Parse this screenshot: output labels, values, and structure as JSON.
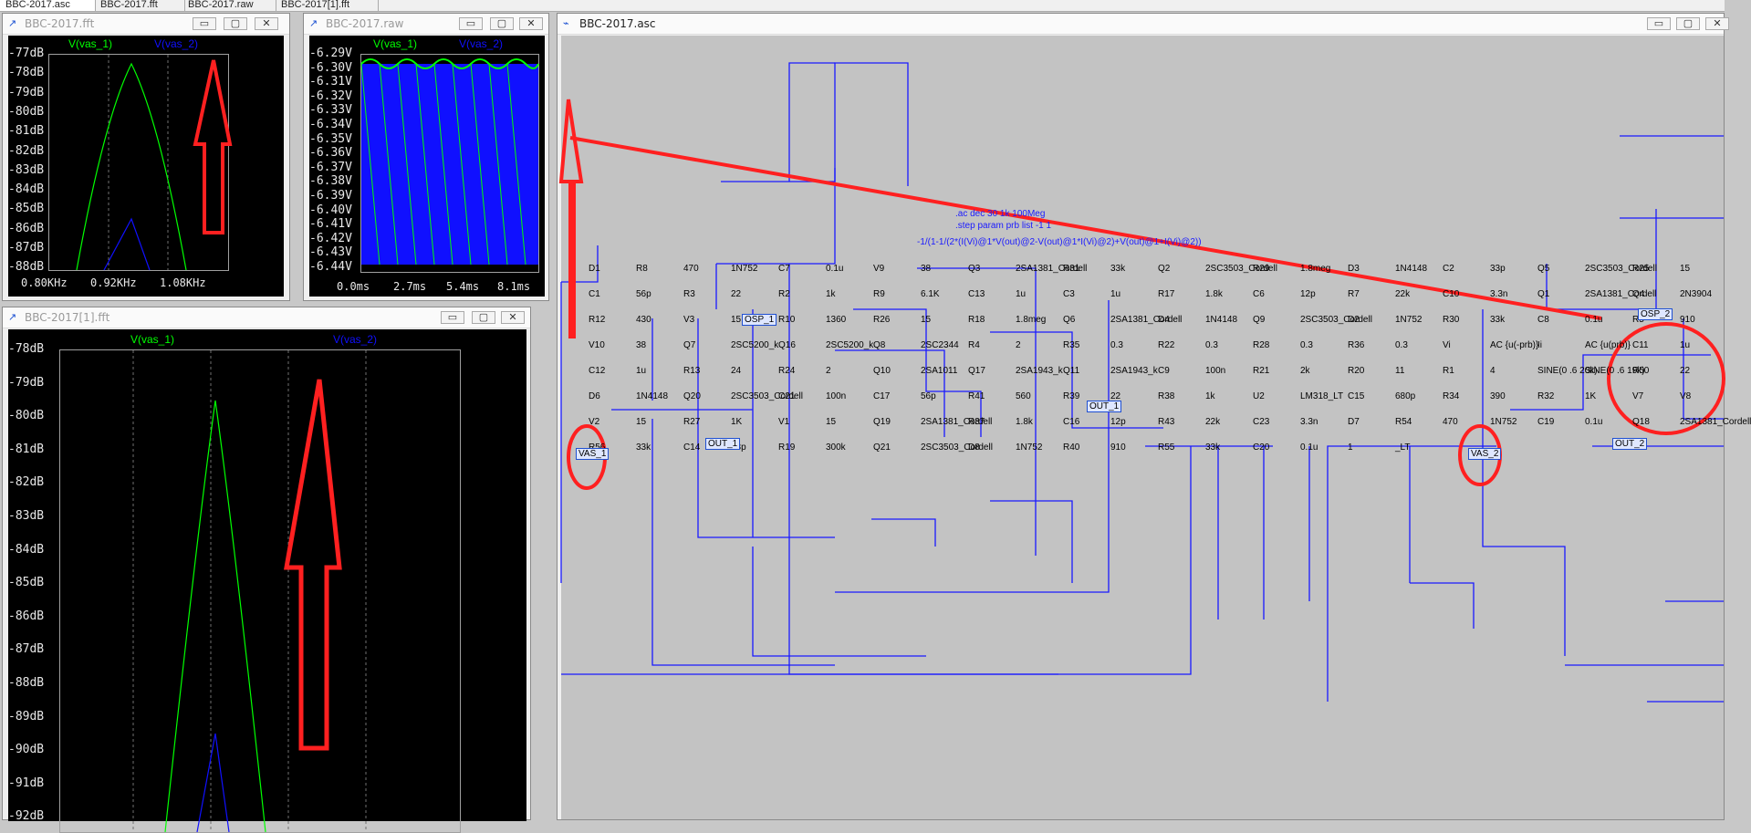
{
  "tabs": [
    "BBC-2017.asc",
    "BBC-2017.fft",
    "BBC-2017.raw",
    "BBC-2017[1].fft"
  ],
  "window_controls": {
    "minimize": "▭",
    "maximize": "▢",
    "close": "✕"
  },
  "fft_small": {
    "title": "BBC-2017.fft",
    "trace1": "V(vas_1)",
    "trace2": "V(vas_2)",
    "y_ticks": [
      "-77dB",
      "-78dB",
      "-79dB",
      "-80dB",
      "-81dB",
      "-82dB",
      "-83dB",
      "-84dB",
      "-85dB",
      "-86dB",
      "-87dB",
      "-88dB"
    ],
    "x_ticks": [
      "0.80KHz",
      "0.92KHz",
      "1.08KHz"
    ]
  },
  "raw": {
    "title": "BBC-2017.raw",
    "trace1": "V(vas_1)",
    "trace2": "V(vas_2)",
    "y_ticks": [
      "-6.29V",
      "-6.30V",
      "-6.31V",
      "-6.32V",
      "-6.33V",
      "-6.34V",
      "-6.35V",
      "-6.36V",
      "-6.37V",
      "-6.38V",
      "-6.39V",
      "-6.40V",
      "-6.41V",
      "-6.42V",
      "-6.43V",
      "-6.44V"
    ],
    "x_ticks": [
      "0.0ms",
      "2.7ms",
      "5.4ms",
      "8.1ms"
    ]
  },
  "fft_large": {
    "title": "BBC-2017[1].fft",
    "trace1": "V(vas_1)",
    "trace2": "V(vas_2)",
    "y_ticks": [
      "-78dB",
      "-79dB",
      "-80dB",
      "-81dB",
      "-82dB",
      "-83dB",
      "-84dB",
      "-85dB",
      "-86dB",
      "-87dB",
      "-88dB",
      "-89dB",
      "-90dB",
      "-91dB",
      "-92dB"
    ]
  },
  "schematic": {
    "title": "BBC-2017.asc",
    "directives": [
      ".ac dec 30 1k 100Meg",
      ".step param prb list -1 1",
      "-1/(1-1/(2*(I(Vi)@1*V(out)@2-V(out)@1*I(Vi)@2)+V(out)@1+I(Vi)@2))"
    ],
    "flags": [
      "OSP_1",
      "OUT_1",
      "OSP_2",
      "OUT_2",
      "VAS_1",
      "VAS_2",
      "OUT_1"
    ],
    "labels": [
      "D1",
      "R8",
      "470",
      "1N752",
      "C7",
      "0.1u",
      "V9",
      "38",
      "Q3",
      "2SA1381_Cordell",
      "R31",
      "33k",
      "Q2",
      "2SC3503_Cordell",
      "R29",
      "1.8meg",
      "D3",
      "1N4148",
      "C2",
      "33p",
      "Q5",
      "2SC3503_Cordell",
      "R25",
      "15",
      "C1",
      "56p",
      "R3",
      "22",
      "R2",
      "1k",
      "R9",
      "6.1K",
      "C13",
      "1u",
      "C3",
      "1u",
      "R17",
      "1.8k",
      "C6",
      "12p",
      "R7",
      "22k",
      "C10",
      "3.3n",
      "Q1",
      "2SA1381_Cordell",
      "Q4",
      "2N3904",
      "R12",
      "430",
      "V3",
      "15",
      "R10",
      "1360",
      "R26",
      "15",
      "R18",
      "1.8meg",
      "Q6",
      "2SA1381_Cordell",
      "D4",
      "1N4148",
      "Q9",
      "2SC3503_Cordell",
      "D2",
      "1N752",
      "R30",
      "33k",
      "C8",
      "0.1u",
      "R5",
      "910",
      "V10",
      "38",
      "Q7",
      "2SC5200_k",
      "Q16",
      "2SC5200_k",
      "Q8",
      "2SC2344",
      "R4",
      "2",
      "R35",
      "0.3",
      "R22",
      "0.3",
      "R28",
      "0.3",
      "R36",
      "0.3",
      "Vi",
      "AC {u(-prb)}",
      "Ii",
      "AC {u(prb)}",
      "C11",
      "1u",
      "C12",
      "1u",
      "R13",
      "24",
      "R24",
      "2",
      "Q10",
      "2SA1011",
      "Q17",
      "2SA1943_k",
      "Q11",
      "2SA1943_k",
      "C9",
      "100n",
      "R21",
      "2k",
      "R20",
      "11",
      "R1",
      "4",
      "SINE(0 .6 20k)",
      "SINE(0 .6 19k)",
      "R50",
      "22",
      "D6",
      "1N4148",
      "Q20",
      "2SC3503_Cordell",
      "C21",
      "100n",
      "C17",
      "56p",
      "R41",
      "560",
      "R39",
      "22",
      "R38",
      "1k",
      "U2",
      "LM318_LT",
      "C15",
      "680p",
      "R34",
      "390",
      "R32",
      "1K",
      "V7",
      "V8",
      "V2",
      "15",
      "R27",
      "1K",
      "V1",
      "15",
      "Q19",
      "2SA1381_Cordell",
      "R37",
      "1.8k",
      "C16",
      "12p",
      "R43",
      "22k",
      "C23",
      "3.3n",
      "D7",
      "R54",
      "470",
      "1N752",
      "C19",
      "0.1u",
      "Q18",
      "2SA1381_Cordell",
      "R56",
      "33k",
      "C14",
      "33p",
      "R19",
      "300k",
      "Q21",
      "2SC3503_Cordell",
      "D8",
      "1N752",
      "R40",
      "910",
      "R55",
      "33k",
      "C20",
      "0.1u",
      "1",
      "_LT"
    ]
  },
  "colors": {
    "trace1": "#00ff00",
    "trace2": "#1010ff",
    "wire": "#1a1aff",
    "annotation": "#ff2020",
    "grid": "#707070"
  }
}
